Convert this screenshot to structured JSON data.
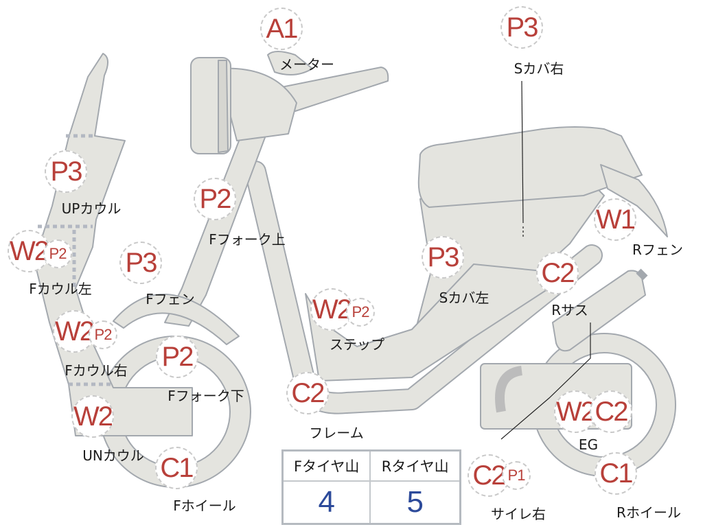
{
  "colors": {
    "body_fill": "#e4e4df",
    "outline": "#a3a8ae",
    "code_red": "#b8403a",
    "value_blue": "#2c4a9a"
  },
  "markers": [
    {
      "codes": [
        "A1"
      ],
      "label": "メーター"
    },
    {
      "codes": [
        "P3"
      ],
      "label": "Sカバ右"
    },
    {
      "codes": [
        "P3"
      ],
      "label": "UPカウル"
    },
    {
      "codes": [
        "W2",
        "P2"
      ],
      "label": "Fカウル左"
    },
    {
      "codes": [
        "P2"
      ],
      "label": "Fフォーク上"
    },
    {
      "codes": [
        "P3"
      ],
      "label": "Fフェン"
    },
    {
      "codes": [
        "W2",
        "P2"
      ],
      "label": "Fカウル右"
    },
    {
      "codes": [
        "P2"
      ],
      "label": "Fフォーク下"
    },
    {
      "codes": [
        "W2"
      ],
      "label": "UNカウル"
    },
    {
      "codes": [
        "C1"
      ],
      "label": "Fホイール"
    },
    {
      "codes": [
        "W2",
        "P2"
      ],
      "label": "ステップ"
    },
    {
      "codes": [
        "P3"
      ],
      "label": "Sカバ左"
    },
    {
      "codes": [
        "C2"
      ],
      "label": "フレーム"
    },
    {
      "codes": [
        "W1"
      ],
      "label": "Rフェン"
    },
    {
      "codes": [
        "C2"
      ],
      "label": "Rサス"
    },
    {
      "codes": [
        "W2",
        "C2"
      ],
      "label": "EG"
    },
    {
      "codes": [
        "C1"
      ],
      "label": "Rホイール"
    },
    {
      "codes": [
        "C2",
        "P1"
      ],
      "label": "サイレ右"
    }
  ],
  "tyre_table": {
    "headers": [
      "Fタイヤ山",
      "Rタイヤ山"
    ],
    "values": [
      "4",
      "5"
    ]
  }
}
